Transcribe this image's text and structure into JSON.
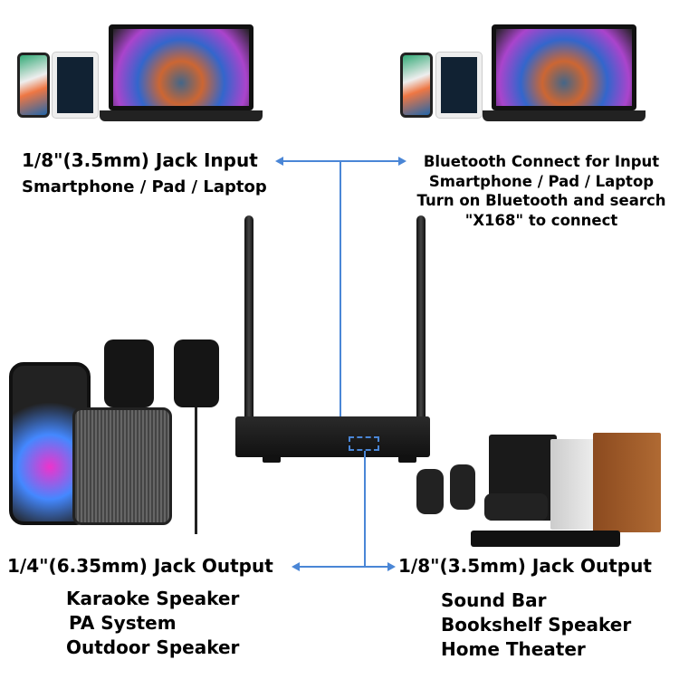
{
  "top_left": {
    "title": "1/8\"(3.5mm) Jack Input",
    "subtitle": "Smartphone / Pad / Laptop"
  },
  "top_right": {
    "lines": [
      "Bluetooth Connect for Input",
      "Smartphone / Pad / Laptop",
      "Turn on Bluetooth and search",
      "\"X168\" to connect"
    ]
  },
  "bottom_left": {
    "title": "1/4\"(6.35mm) Jack Output",
    "items": [
      "Karaoke Speaker",
      "PA System",
      "Outdoor Speaker"
    ]
  },
  "bottom_right": {
    "title": "1/8\"(3.5mm) Jack Output",
    "items": [
      "Sound Bar",
      "Bookshelf Speaker",
      "Home Theater"
    ]
  },
  "colors": {
    "connector": "#4a86d6"
  }
}
